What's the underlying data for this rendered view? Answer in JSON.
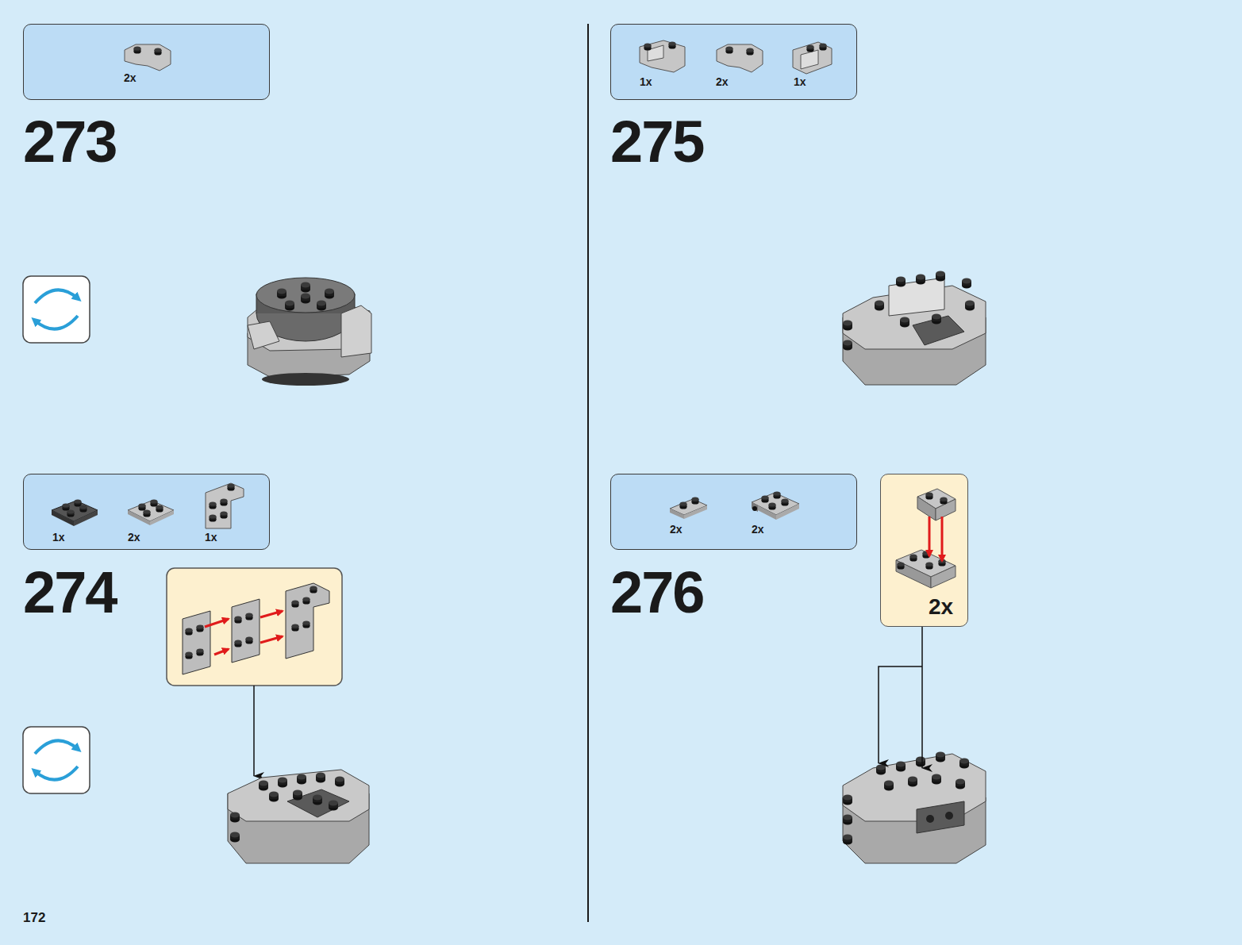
{
  "diagram": {
    "nodes": [
      {
        "text": [
          "2x"
        ]
      },
      {
        "text": [
          "1x",
          "2x",
          "1x"
        ]
      },
      {
        "text": [
          "1x",
          "2x",
          "1x"
        ]
      },
      {
        "text": [
          "2x",
          "2x"
        ]
      },
      {
        "text": [
          "2x"
        ]
      }
    ],
    "labels": [
      "273",
      "274",
      "275",
      "276",
      "172"
    ]
  }
}
